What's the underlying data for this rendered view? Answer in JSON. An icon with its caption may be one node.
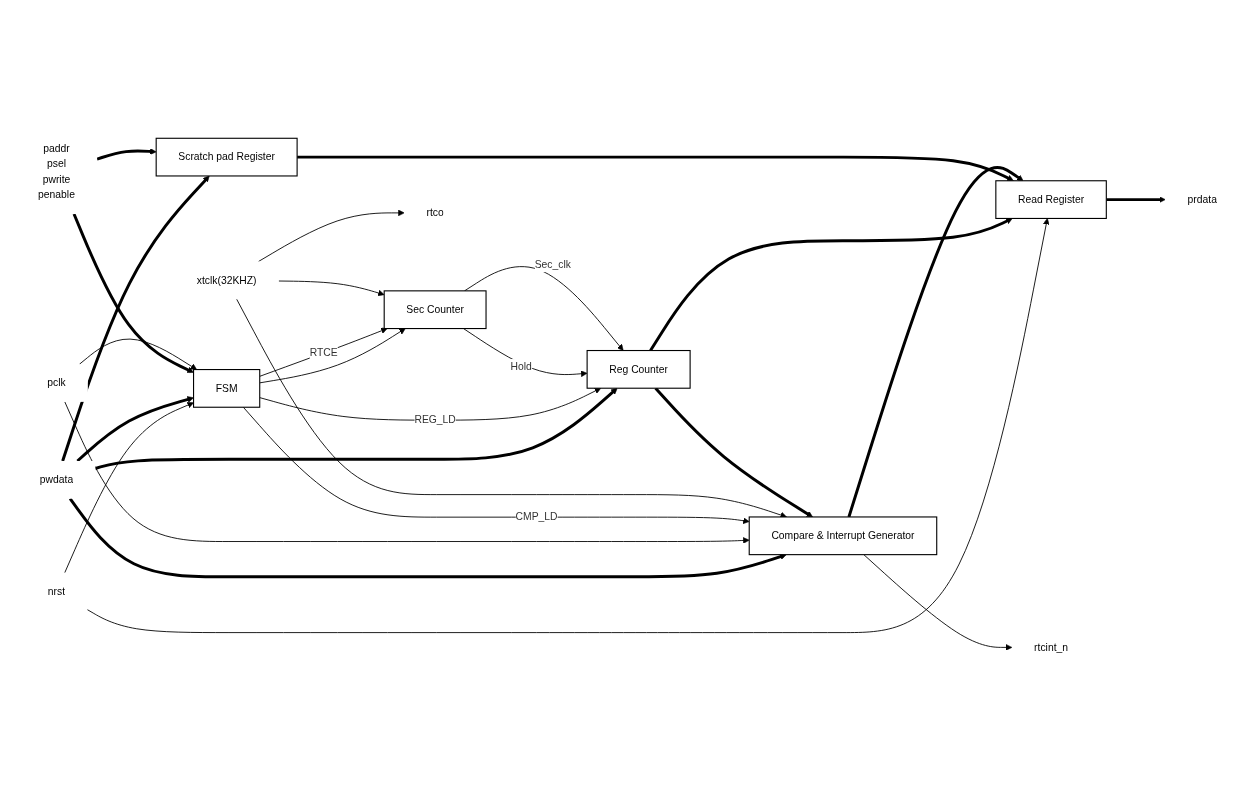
{
  "diagram": {
    "nodes": [
      {
        "text": [
          "nrst"
        ]
      },
      {
        "text": [
          "pwdata"
        ]
      },
      {
        "text": [
          "paddr",
          "psel",
          "pwrite",
          "penable"
        ]
      },
      {
        "text": [
          "xtclk(32KHZ)"
        ]
      },
      {
        "text": [
          "pclk"
        ]
      },
      {
        "text": [
          "Scratch pad Register"
        ]
      },
      {
        "text": [
          "Read Register"
        ]
      },
      {
        "text": [
          "prdata"
        ]
      },
      {
        "text": [
          "FSM"
        ]
      },
      {
        "text": [
          "Reg Counter"
        ]
      },
      {
        "text": [
          "Sec Counter"
        ]
      },
      {
        "text": [
          "Compare & Interrupt Generator"
        ]
      },
      {
        "text": [
          "rtco"
        ]
      },
      {
        "text": [
          "rtcint_n"
        ]
      }
    ],
    "edges": [
      {
        "from": 0,
        "to": 8,
        "arrow": "to"
      },
      {
        "from": 0,
        "to": 6,
        "arrow": "to"
      },
      {
        "from": 1,
        "to": 5,
        "arrow": "to",
        "style": "thick"
      },
      {
        "from": 1,
        "to": 9,
        "arrow": "to",
        "style": "thick"
      },
      {
        "from": 1,
        "to": 8,
        "arrow": "to",
        "style": "thick"
      },
      {
        "from": 1,
        "to": 11,
        "arrow": "to",
        "style": "thick"
      },
      {
        "from": 2,
        "to": 5,
        "arrow": "to",
        "style": "thick"
      },
      {
        "from": 2,
        "to": 8,
        "arrow": "to",
        "style": "thick"
      },
      {
        "from": 4,
        "to": 8,
        "arrow": "to"
      },
      {
        "from": 4,
        "to": 11,
        "arrow": "to"
      },
      {
        "from": 8,
        "to": 9,
        "arrow": "to",
        "label": "REG_LD"
      },
      {
        "from": 8,
        "to": 10,
        "arrow": "to"
      },
      {
        "from": 8,
        "to": 10,
        "arrow": "to",
        "label": "RTCE"
      },
      {
        "from": 8,
        "to": 11,
        "arrow": "to",
        "label": "CMP_LD"
      },
      {
        "from": 10,
        "to": 9,
        "arrow": "to",
        "label": "Hold"
      },
      {
        "from": 10,
        "to": 9,
        "arrow": "to",
        "label": "Sec_clk"
      },
      {
        "from": 3,
        "to": 10,
        "arrow": "to"
      },
      {
        "from": 3,
        "to": 11,
        "arrow": "to"
      },
      {
        "from": 3,
        "to": 12,
        "arrow": "to"
      },
      {
        "from": 9,
        "to": 11,
        "arrow": "to",
        "style": "thick"
      },
      {
        "from": 9,
        "to": 6,
        "arrow": "to",
        "style": "thick"
      },
      {
        "from": 5,
        "to": 6,
        "arrow": "to",
        "style": "thick"
      },
      {
        "from": 11,
        "to": 6,
        "arrow": "to",
        "style": "thick"
      },
      {
        "from": 6,
        "to": 7,
        "arrow": "to",
        "style": "thick"
      },
      {
        "from": 11,
        "to": 13,
        "arrow": "to"
      }
    ]
  }
}
